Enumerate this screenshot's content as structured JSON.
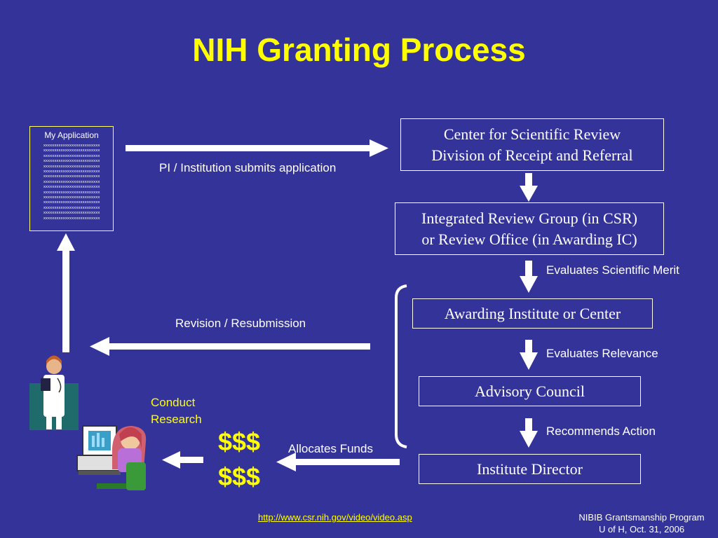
{
  "title": "NIH Granting Process",
  "application": {
    "title": "My Application",
    "filler": "xxxxxxxxxxxxxxxxxxxxxxxxxx",
    "filler_rows": 15
  },
  "boxes": {
    "csr": "Center for Scientific Review\nDivision of Receipt and Referral",
    "irg": "Integrated Review Group (in CSR)\nor Review Office (in Awarding IC)",
    "awarding": "Awarding Institute or Center",
    "council": "Advisory Council",
    "director": "Institute Director"
  },
  "labels": {
    "submit": "PI / Institution submits application",
    "merit": "Evaluates Scientific Merit",
    "revision": "Revision / Resubmission",
    "relevance": "Evaluates Relevance",
    "recommends": "Recommends Action",
    "allocates": "Allocates Funds",
    "conduct": "Conduct\nResearch",
    "money": "$$$\n$$$"
  },
  "footer": {
    "link": "http://www.csr.nih.gov/video/video.asp",
    "right": "NIBIB Grantsmanship Program\nU of H, Oct. 31, 2006"
  },
  "colors": {
    "background": "#333399",
    "accent": "#ffff00",
    "line": "#ffffff"
  }
}
